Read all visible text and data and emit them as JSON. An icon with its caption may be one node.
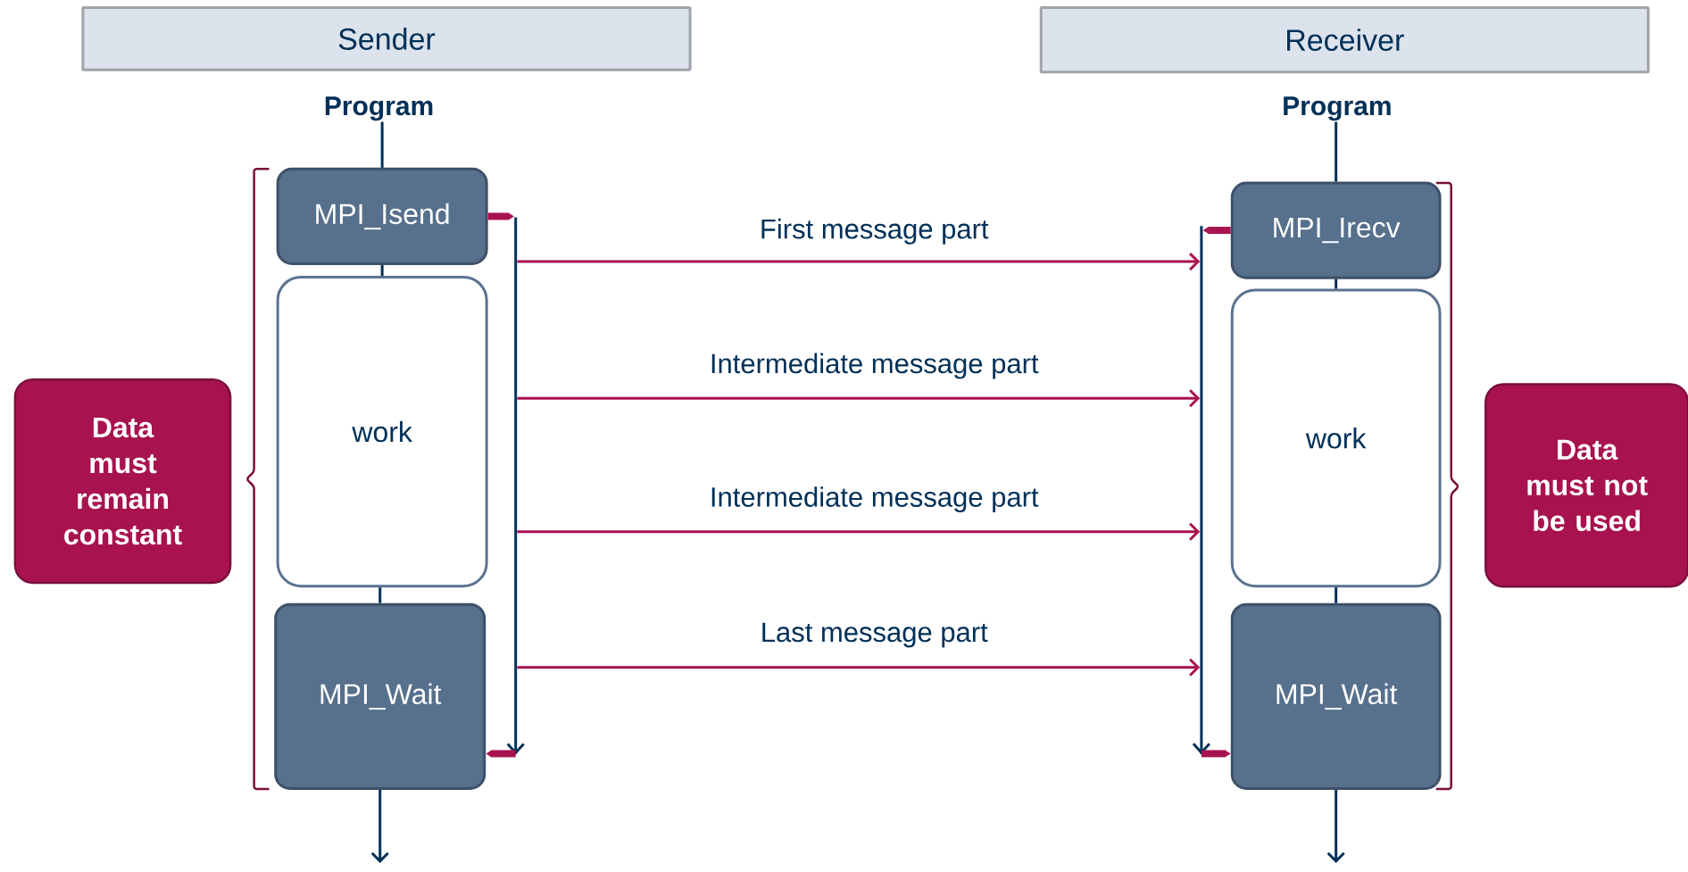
{
  "diagram": {
    "nodes": [
      {
        "text": [
          "Sender"
        ]
      },
      {
        "text": [
          "Receiver"
        ]
      },
      {
        "text": [
          "Program"
        ]
      },
      {
        "text": [
          "Program"
        ]
      },
      {
        "text": [
          "MPI_Isend"
        ]
      },
      {
        "text": [
          "work"
        ]
      },
      {
        "text": [
          "MPI_Wait"
        ]
      },
      {
        "text": [
          "MPI_Irecv"
        ]
      },
      {
        "text": [
          "work"
        ]
      },
      {
        "text": [
          "MPI_Wait"
        ]
      },
      {
        "text": [],
        "shape": "bar"
      },
      {
        "text": [],
        "shape": "bar"
      },
      {
        "text": [
          "Data must remain constant"
        ]
      },
      {
        "text": [
          "Data must not be used"
        ]
      }
    ],
    "edges": [
      {
        "from": 2,
        "to": 4,
        "arrow": "none"
      },
      {
        "from": 4,
        "to": 5,
        "arrow": "none"
      },
      {
        "from": 5,
        "to": 6,
        "arrow": "none"
      },
      {
        "from": 6,
        "to": null,
        "arrow": "to"
      },
      {
        "from": 3,
        "to": 7,
        "arrow": "none"
      },
      {
        "from": 7,
        "to": 8,
        "arrow": "none"
      },
      {
        "from": 8,
        "to": 9,
        "arrow": "none"
      },
      {
        "from": 9,
        "to": null,
        "arrow": "to"
      },
      {
        "from": 4,
        "to": 10,
        "arrow": "to",
        "style": "thick",
        "color": "#a8134f"
      },
      {
        "from": 10,
        "to": 6,
        "arrow": "to",
        "style": "thick",
        "color": "#a8134f"
      },
      {
        "from": 7,
        "to": 11,
        "arrow": "to",
        "style": "thick",
        "color": "#a8134f"
      },
      {
        "from": 11,
        "to": 9,
        "arrow": "to",
        "style": "thick",
        "color": "#a8134f"
      },
      {
        "from": 10,
        "to": 11,
        "arrow": "to",
        "label": "First message part",
        "color": "#a8134f"
      },
      {
        "from": 10,
        "to": 11,
        "arrow": "to",
        "label": "Intermediate message part",
        "color": "#a8134f"
      },
      {
        "from": 10,
        "to": 11,
        "arrow": "to",
        "label": "Intermediate message part",
        "color": "#a8134f"
      },
      {
        "from": 10,
        "to": 11,
        "arrow": "to",
        "label": "Last message part",
        "color": "#a8134f"
      }
    ]
  }
}
